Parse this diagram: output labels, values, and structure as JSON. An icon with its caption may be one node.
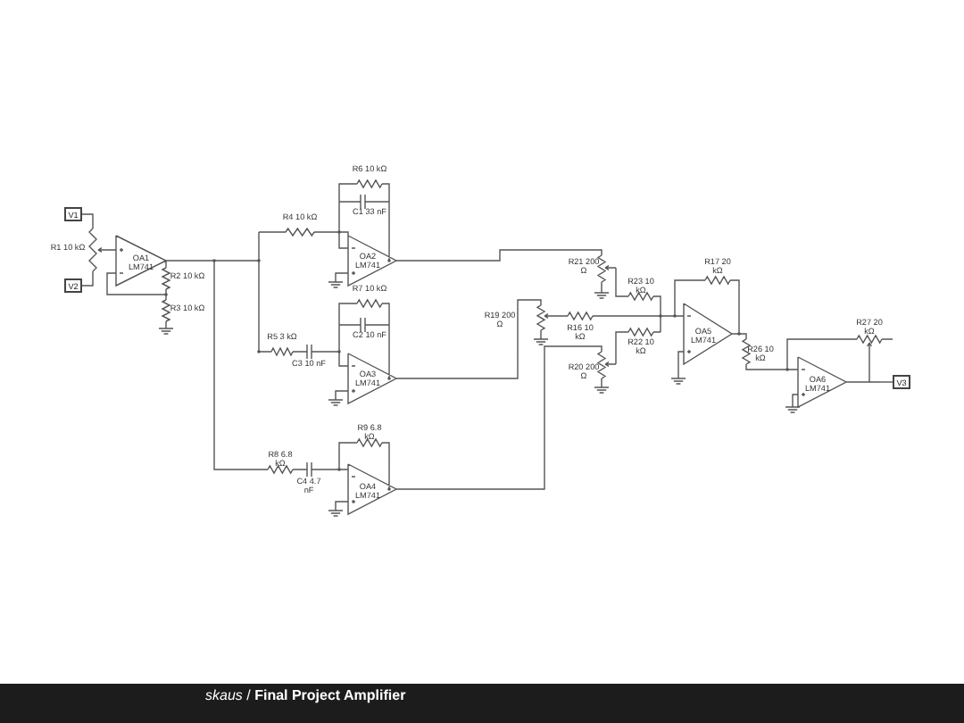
{
  "diagram": {
    "title": "*skaus* / **Final Project Amplifier**",
    "nodes": [
      {
        "text": [
          "V1"
        ]
      },
      {
        "text": [
          "V2"
        ]
      },
      {
        "text": [
          "V3"
        ]
      }
    ],
    "edges": [
      {
        "from": 0,
        "to": null,
        "arrow": "none"
      },
      {
        "from": 1,
        "to": null,
        "arrow": "none"
      },
      {
        "from": 2,
        "to": null,
        "arrow": "none"
      }
    ],
    "labels": [
      "R6 10 kΩ",
      "C1 33 nF",
      "R4 10 kΩ",
      "R1 10 kΩ",
      "OA1 LM741",
      "OA2 LM741",
      "R21 200 Ω",
      "R2 10 kΩ",
      "R23 10 kΩ",
      "R17 20 kΩ",
      "R7 10 kΩ",
      "C2 10 nF",
      "R3 10 kΩ",
      "R19 200 Ω",
      "R16 10 kΩ",
      "R22 10 kΩ",
      "OA5 LM741",
      "R27 20 kΩ",
      "R5 3 kΩ",
      "C3 10 nF",
      "R26 10 kΩ",
      "R20 200 Ω",
      "OA3 LM741",
      "OA6 LM741",
      "R9 6.8 kΩ",
      "R8 6.8 kΩ",
      "C4 4.7 nF",
      "OA4 LM741"
    ]
  }
}
